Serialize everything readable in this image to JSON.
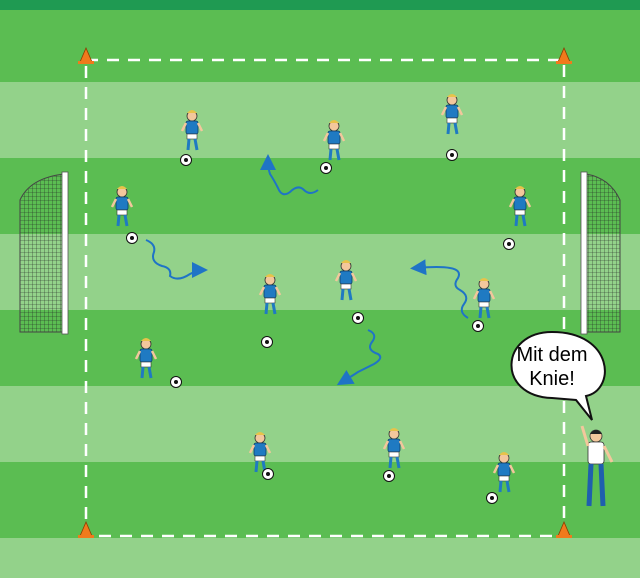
{
  "speech_bubble": {
    "line1": "Mit dem",
    "line2": "Knie!"
  },
  "colors": {
    "grass_light": "#93d28a",
    "grass_dark": "#55b84e",
    "top_bar": "#1f9a52",
    "jersey": "#1f7ac2",
    "arrow": "#1f74c6",
    "cone": "#f07a1c",
    "field_lines": "#ffffff"
  },
  "players": [
    {
      "name": "player",
      "ball": "ball"
    }
  ]
}
